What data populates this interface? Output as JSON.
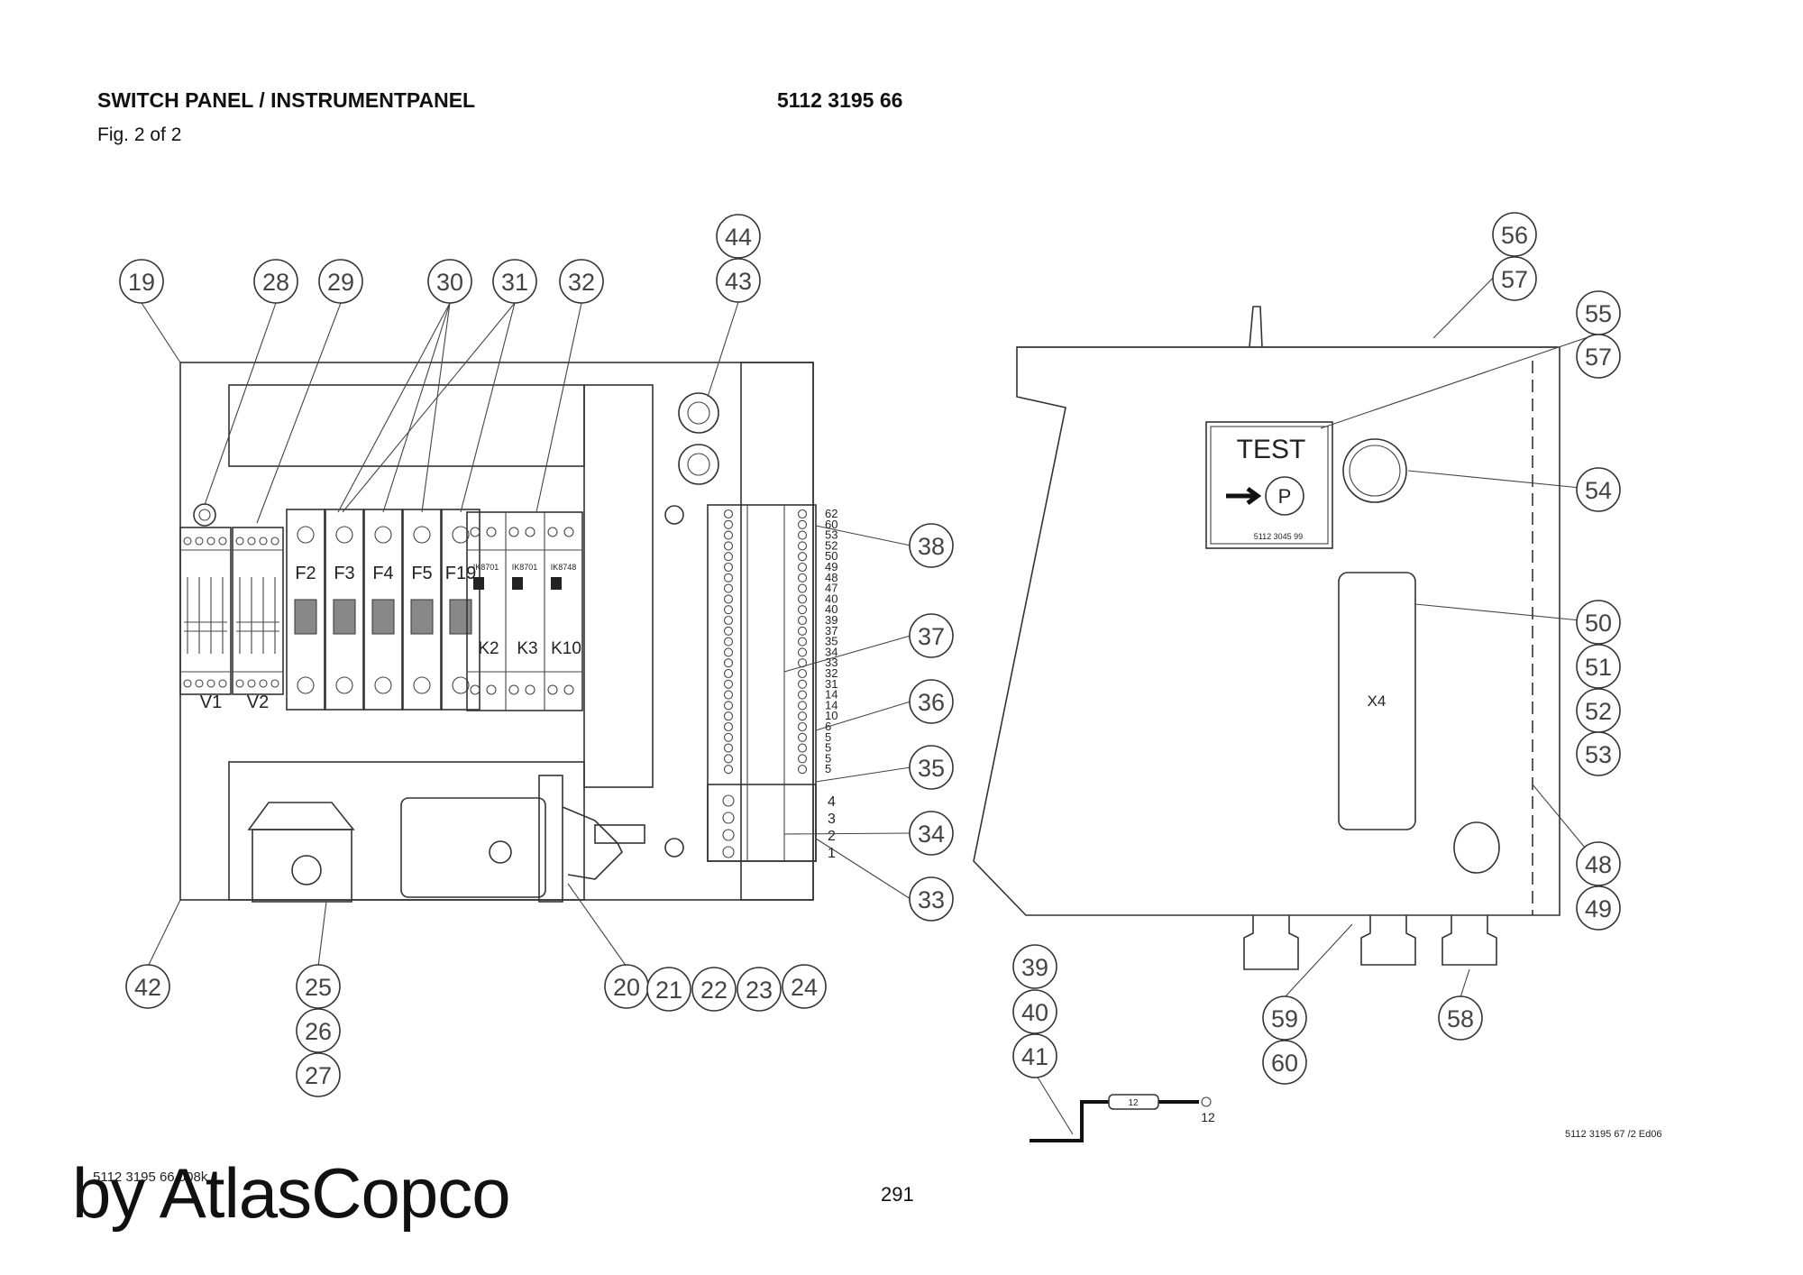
{
  "header": {
    "title": "SWITCH PANEL / INSTRUMENTPANEL",
    "part_number": "5112 3195 66",
    "figure": "Fig. 2 of 2"
  },
  "footer": {
    "doc_ref": "5112 3195 67 /2 Ed06",
    "left_code": "5112 3195 66 008k",
    "brand": "by AtlasCopco",
    "page": "291"
  },
  "panel": {
    "fuses": [
      "F2",
      "F3",
      "F4",
      "F5",
      "F19"
    ],
    "relays": [
      "K2",
      "K3",
      "K10"
    ],
    "relay_codes": [
      "IK8701",
      "IK8701",
      "IK8748"
    ],
    "rectifiers": [
      "V1",
      "V2"
    ],
    "terminals_upper": [
      "62",
      "60",
      "53",
      "52",
      "50",
      "49",
      "48",
      "47",
      "40",
      "40",
      "39",
      "37",
      "35",
      "34",
      "33",
      "32",
      "31",
      "14",
      "14",
      "10",
      "6",
      "5",
      "5",
      "5",
      "5"
    ],
    "terminals_lower": [
      "4",
      "3",
      "2",
      "1"
    ]
  },
  "box": {
    "test_label": "TEST",
    "test_key": "P",
    "test_code": "5112 3045 99",
    "connector": "X4",
    "wire_tag": "12",
    "wire_end": "12"
  },
  "callouts": {
    "c19": "19",
    "c28": "28",
    "c29": "29",
    "c30": "30",
    "c31": "31",
    "c32": "32",
    "c44": "44",
    "c43": "43",
    "c38": "38",
    "c37": "37",
    "c36": "36",
    "c35": "35",
    "c34": "34",
    "c33": "33",
    "c42": "42",
    "c25": "25",
    "c26": "26",
    "c27": "27",
    "c20": "20",
    "c21": "21",
    "c22": "22",
    "c23": "23",
    "c24": "24",
    "c56": "56",
    "c57a": "57",
    "c55": "55",
    "c57b": "57",
    "c54": "54",
    "c50": "50",
    "c51": "51",
    "c52": "52",
    "c53": "53",
    "c48": "48",
    "c49": "49",
    "c39": "39",
    "c40": "40",
    "c41": "41",
    "c59": "59",
    "c60": "60",
    "c58": "58"
  }
}
